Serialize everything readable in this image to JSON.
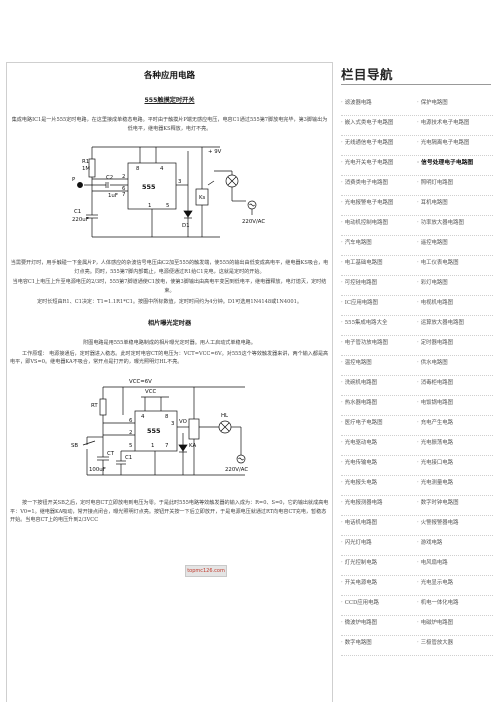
{
  "article": {
    "title": "各种应用电路",
    "section1": {
      "title": "555触摸定时开关",
      "intro": "集成电路IC1是一片555定时电路，在这里接成单稳态电路。平时由于触摸片P端无感应电压，电容C1通过555第7脚放电完毕，第3脚输出为低电平，继电器KS释放，电灯不亮。",
      "body1": "当需要开灯时，用手触碰一下金属片P，人体感应的杂波信号电压由C2加至555的触发端，使555的输出由低变成高电平，继电器KS吸合，电灯点亮。同时，555第7脚内部截止，电源便通过R1给C1充电，这就是定时的开始。",
      "body2": "当电容C1上电压上升至电源电压的2/3时，555第7脚道通使C1放电，使第3脚输出由高电平变回到低电平，继电器释放，电灯熄灭，定时结束。",
      "body3": "定时长短由R1、C1决定：T1=1.1R1*C1。按图中所标数值，定时时间约为4分钟。D1可选用1N4148或1N4001。"
    },
    "fig1": {
      "r1": "R1",
      "r1v": "1M",
      "c2": "C2",
      "c2v": "1uF",
      "ic": "555",
      "p": "P",
      "c1": "C1",
      "c1v": "220uF",
      "d1": "D1",
      "ks": "Ks",
      "vcc": "+ 9V",
      "ac": "220V/AC",
      "pins": [
        "8",
        "4",
        "2",
        "6",
        "7",
        "3",
        "5",
        "1"
      ]
    },
    "section2": {
      "title": "相片曝光定时器",
      "intro": "附图电路是用555单稳电路制成的相片曝光定时器。用人工启动式单稳电路。",
      "body1": "工作原理：  电源接通后，定时器进入稳态。此时定时电容CT的电压为：VCT=VCC=6V。对555这个等效触发器来讲，两个输入都是高电平，即VS=0。继电器KA不吸合，常开点是打开的，曝光照明灯HL不亮。",
      "body2": "按一下按钮开关SB之后，定时电容CT立即放电到电压为零。于是此时555电路等效触发器的输入成为：R=0、S=0，它的输出就成高电平：V0=1。继电器KA吸动，常开接点闭合，曝光照明灯点亮。按钮开关按一下后立即放开，于是电源电压就通过RT向电容CT充电，暂稳态开始。当电容CT上的电压升到2/3VCC"
    },
    "fig2": {
      "vcc1": "VCC=6V",
      "vcc2": "VCC",
      "rt": "RT",
      "sb": "SB",
      "ct": "CT",
      "ctv": "100uF",
      "c1": "C1",
      "ic": "555",
      "v0": "VO",
      "ka": "KA",
      "hl": "HL",
      "ac": "220V/AC",
      "pins": [
        "4",
        "8",
        "6",
        "3",
        "2",
        "5",
        "1",
        "7"
      ]
    },
    "watermark": "topmc126.com"
  },
  "sidebar": {
    "title": "栏目导航",
    "rows": [
      [
        "滤波器电路",
        "保护电路图"
      ],
      [
        "嵌入式类电子电路图",
        "电源技术电子电路图"
      ],
      [
        "无线通信电子电路图",
        "光电隔离电子电路图"
      ],
      [
        "光电开关电子电路图",
        "信号处理电子电路图"
      ],
      [
        "消费类电子电路图",
        "照明灯电路图"
      ],
      [
        "光电报警电子电路图",
        "耳机电路图"
      ],
      [
        "电动机控制电路图",
        "功率放大器电路图"
      ],
      [
        "汽车电路图",
        "遥控电路图"
      ],
      [
        "电工基础电路图",
        "电工仪表电路图"
      ],
      [
        "可控硅电路图",
        "彩灯电路图"
      ],
      [
        "IC应用电路图",
        "电视机电路图"
      ],
      [
        "555集成电路大全",
        "运算放大器电路图"
      ],
      [
        "电子管功放电路图",
        "定时器电路图"
      ],
      [
        "温控电路图",
        "供水电路图"
      ],
      [
        "洗碗机电路图",
        "消毒柜电路图"
      ],
      [
        "热水器电路图",
        "电饭锅电路图"
      ],
      [
        "医疗电子电路图",
        "充电产生电路"
      ],
      [
        "光电驱动电路",
        "光电振荡电路"
      ],
      [
        "光电传输电路",
        "光电接口电路"
      ],
      [
        "光电报头电路",
        "光电测量电路"
      ],
      [
        "光电报测器电路",
        "数字时钟电路图"
      ],
      [
        "电话机电路图",
        "火警报警器电路"
      ],
      [
        "闪光灯电路",
        "游戏电路"
      ],
      [
        "灯光控制电路",
        "电风扇电路"
      ],
      [
        "开关电源电路",
        "光电显示电路"
      ],
      [
        "CCD应用电路",
        "机电一体化电路"
      ],
      [
        "微波炉电路图",
        "电磁炉电路图"
      ],
      [
        "数字电路图",
        "三极管放大器"
      ]
    ],
    "bold": [
      [
        3,
        1
      ]
    ]
  }
}
